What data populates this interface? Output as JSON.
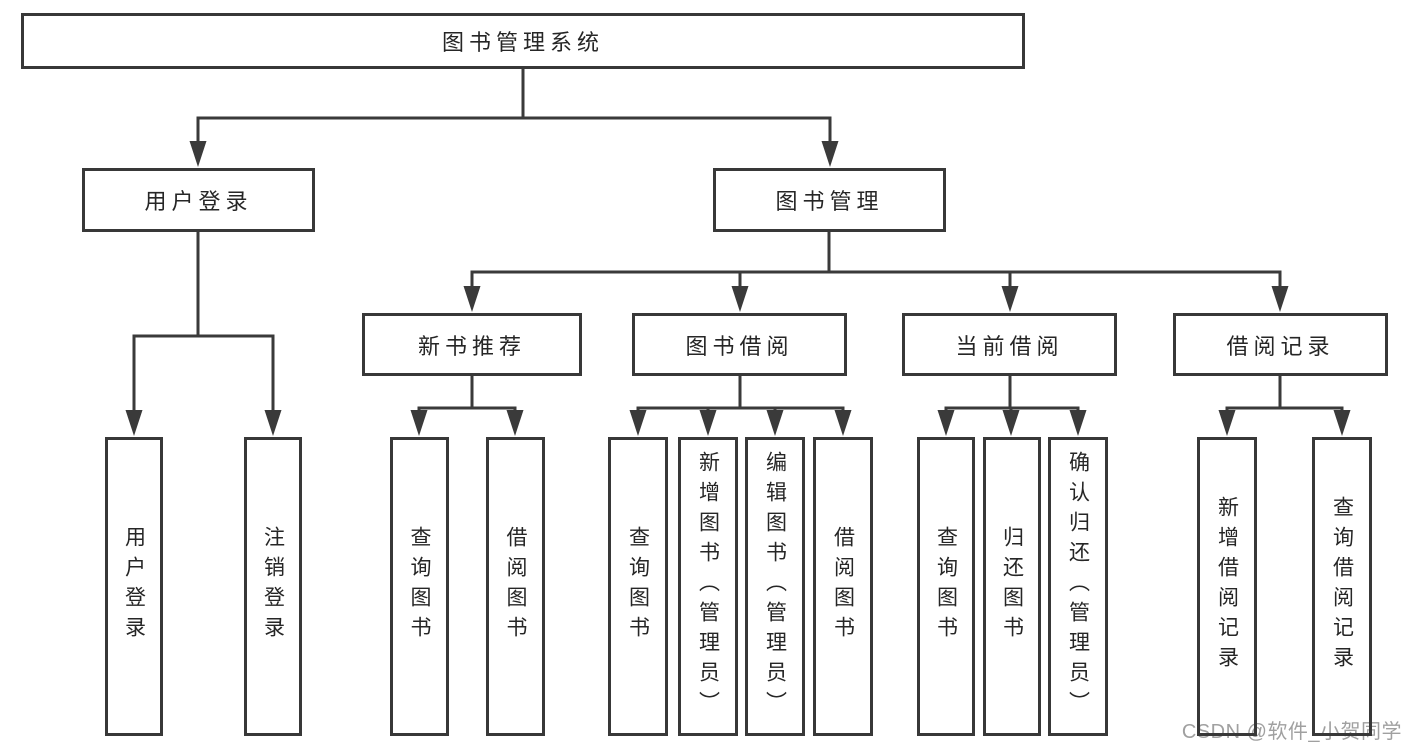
{
  "title": "图书管理系统",
  "tree": {
    "label": "图书管理系统",
    "children": [
      {
        "label": "用户登录",
        "children": [
          {
            "label": "用户登录"
          },
          {
            "label": "注销登录"
          }
        ]
      },
      {
        "label": "图书管理",
        "children": [
          {
            "label": "新书推荐",
            "children": [
              {
                "label": "查询图书"
              },
              {
                "label": "借阅图书"
              }
            ]
          },
          {
            "label": "图书借阅",
            "children": [
              {
                "label": "查询图书"
              },
              {
                "label": "新增图书（管理员）"
              },
              {
                "label": "编辑图书（管理员）"
              },
              {
                "label": "借阅图书"
              }
            ]
          },
          {
            "label": "当前借阅",
            "children": [
              {
                "label": "查询图书"
              },
              {
                "label": "归还图书"
              },
              {
                "label": "确认归还（管理员）"
              }
            ]
          },
          {
            "label": "借阅记录",
            "children": [
              {
                "label": "新增借阅记录"
              },
              {
                "label": "查询借阅记录"
              }
            ]
          }
        ]
      }
    ]
  },
  "colors": {
    "line": "#3a3a3a",
    "watermark": "#a0a0a0"
  },
  "watermark": "CSDN @软件_小贺同学"
}
